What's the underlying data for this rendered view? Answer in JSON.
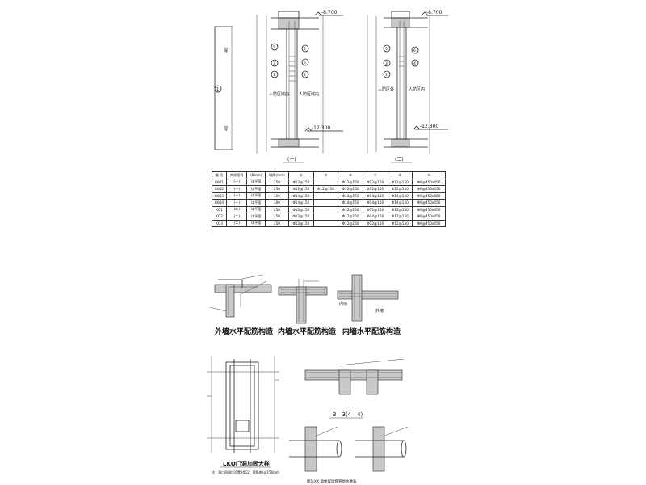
{
  "elevations": {
    "left_top": "-8.700",
    "left_bottom": "-12.300",
    "right_top": "-8.700",
    "right_bottom": "-12.300"
  },
  "wall_labels": {
    "left_a": "人防区域内",
    "left_b": "人防区域内",
    "right_a": "人防区外",
    "right_b": "人防区内"
  },
  "section_marks": {
    "left": "(一)",
    "right": "(二)"
  },
  "dim_labels": {
    "upper": "40",
    "lower": "40"
  },
  "circle_tags": [
    "1",
    "2",
    "3",
    "4",
    "5",
    "6"
  ],
  "table": {
    "headers": [
      "编 号",
      "大样图号",
      "(Bmm)",
      "墙厚(mm)",
      "①",
      "②",
      "③",
      "④",
      "⑤",
      "⑥"
    ],
    "rows": [
      [
        "LKQ1",
        "(一)",
        "详平面",
        "250",
        "Φ12@150",
        "",
        "Φ12@150",
        "Φ12@150",
        "Φ12@150",
        "Φ6@450x450"
      ],
      [
        "LKQ2",
        "(一)",
        "详平面",
        "250",
        "Φ12@150",
        "Φ12@150",
        "Φ12@150",
        "Φ12@150",
        "Φ12@150",
        "Φ6@450x450"
      ],
      [
        "LKQ3",
        "(一)",
        "详平面",
        "300",
        "Φ14@150",
        "",
        "Φ14@150",
        "Φ14@150",
        "Φ14@150",
        "Φ6@450x450"
      ],
      [
        "LKQ4",
        "(一)",
        "详平面",
        "300",
        "Φ14@150",
        "",
        "Φ14@150",
        "Φ14@150",
        "Φ14@150",
        "Φ6@450x450"
      ],
      [
        "KQ1",
        "(二)",
        "详平面",
        "250",
        "Φ12@150",
        "",
        "Φ12@150",
        "Φ12@150",
        "Φ12@150",
        "Φ6@450x450"
      ],
      [
        "KQ2",
        "(二)",
        "详平面",
        "250",
        "Φ12@150",
        "",
        "Φ12@150",
        "Φ14@150",
        "Φ12@150",
        "Φ6@450x450"
      ],
      [
        "KQ3",
        "(二)",
        "详平面",
        "250",
        "Φ12@150",
        "",
        "Φ12@150",
        "Φ12@150",
        "Φ12@150",
        "Φ6@450x450"
      ]
    ]
  },
  "captions": {
    "outer_wall": "外墙水平配筋构造",
    "inner_wall_1": "内墙水平配筋构造",
    "inner_wall_2": "内墙水平配筋构造",
    "opening": "LKQ门洞加固大样",
    "opening_note": "注：洞口四周均设置2Φ12，箍筋Φ6@150mm",
    "section_33": "3—3(4—4)",
    "bottom_note": "图1:XX 墙体穿墙套管防水做法"
  },
  "wall_words": {
    "inner": "内墙",
    "outer": "外墙"
  }
}
